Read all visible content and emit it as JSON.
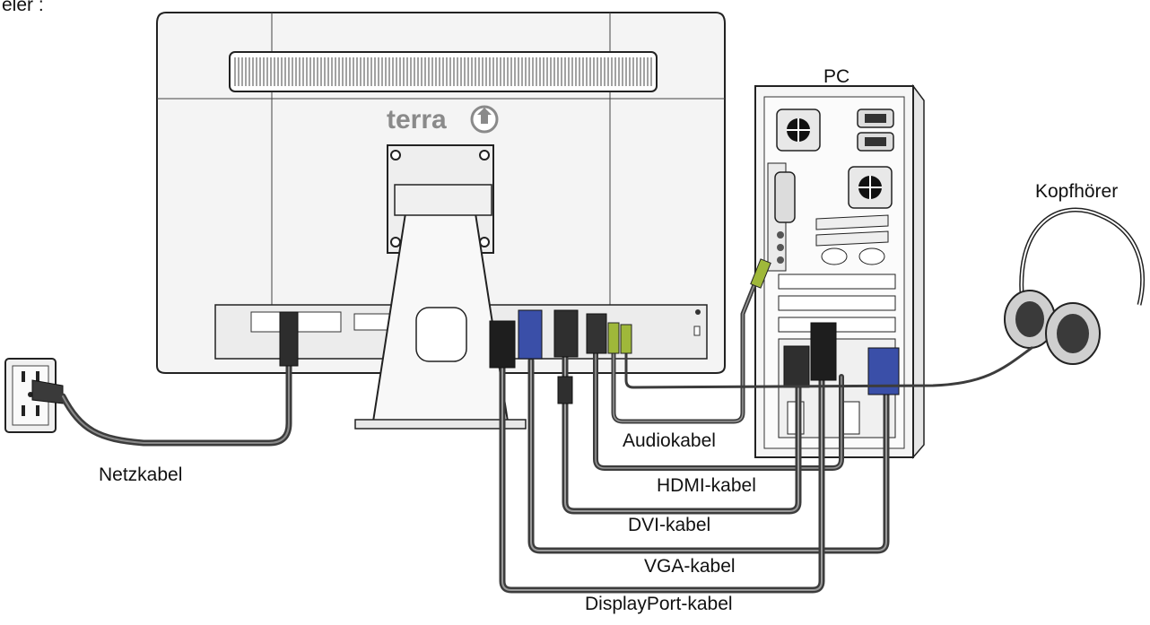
{
  "header_fragment": "eler :",
  "brand": "terra",
  "labels": {
    "pc": "PC",
    "headphones": "Kopfhörer",
    "power_cable": "Netzkabel",
    "audio_cable": "Audiokabel",
    "hdmi_cable": "HDMI-kabel",
    "dvi_cable": "DVI-kabel",
    "vga_cable": "VGA-kabel",
    "displayport_cable": "DisplayPort-kabel"
  },
  "colors": {
    "cable": "#3c3c3c",
    "cable_inner": "#8a8a8a",
    "vga_connector": "#3a4fa8",
    "audio_connector": "#9fb83a",
    "monitor_body": "#f4f4f4",
    "outline": "#222222"
  }
}
